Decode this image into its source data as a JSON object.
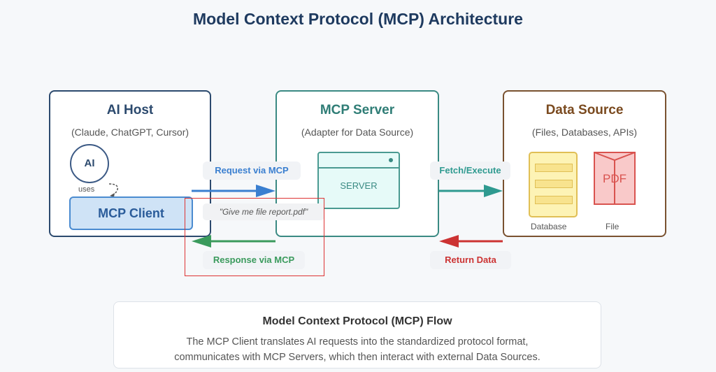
{
  "title": "Model Context Protocol (MCP) Architecture",
  "host": {
    "title": "AI Host",
    "subtitle": "(Claude, ChatGPT, Cursor)",
    "ai_label": "AI",
    "uses_label": "uses",
    "client_label": "MCP Client",
    "color": "#2c4a6e"
  },
  "server": {
    "title": "MCP Server",
    "subtitle": "(Adapter for Data Source)",
    "icon_label": "SERVER",
    "color": "#3a8a83"
  },
  "source": {
    "title": "Data Source",
    "subtitle": "(Files, Databases, APIs)",
    "database_label": "Database",
    "file_label": "File",
    "pdf_text": "PDF",
    "color": "#7a5230"
  },
  "flows": {
    "request": {
      "label": "Request via MCP",
      "color": "#3a7fd0"
    },
    "example": "\"Give me file report.pdf\"",
    "response": {
      "label": "Response via MCP",
      "color": "#3a9a5c"
    },
    "fetch": {
      "label": "Fetch/Execute",
      "color": "#2f9a90"
    },
    "return": {
      "label": "Return Data",
      "color": "#cc3333"
    }
  },
  "footer": {
    "title": "Model Context Protocol (MCP) Flow",
    "line1": "The MCP Client translates AI requests into the standardized protocol format,",
    "line2": "communicates with MCP Servers, which then interact with external Data Sources."
  }
}
